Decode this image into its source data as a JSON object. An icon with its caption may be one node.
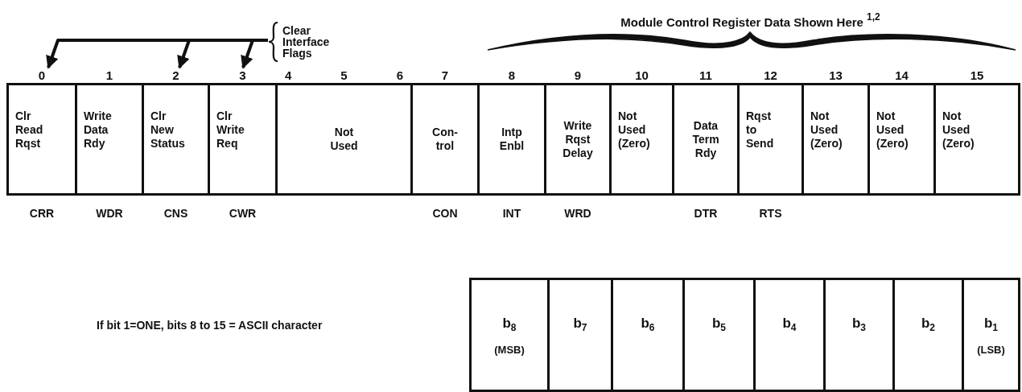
{
  "diagram": {
    "nodes": [
      {
        "text": [
          "0",
          "Clr Read Rqst"
        ],
        "beside": [
          "CRR"
        ]
      },
      {
        "text": [
          "1",
          "Write Data Rdy"
        ],
        "beside": [
          "WDR"
        ]
      },
      {
        "text": [
          "2",
          "Clr New Status"
        ],
        "beside": [
          "CNS"
        ]
      },
      {
        "text": [
          "3",
          "Clr Write Req"
        ],
        "beside": [
          "CWR"
        ]
      },
      {
        "text": [
          "4",
          "5",
          "6",
          "Not Used"
        ]
      },
      {
        "text": [
          "7",
          "Con- trol"
        ],
        "beside": [
          "CON"
        ]
      },
      {
        "text": [
          "8",
          "Intp Enbl"
        ],
        "beside": [
          "INT"
        ]
      },
      {
        "text": [
          "9",
          "Write Rqst Delay"
        ],
        "beside": [
          "WRD"
        ]
      },
      {
        "text": [
          "10",
          "Not Used (Zero)"
        ]
      },
      {
        "text": [
          "11",
          "Data Term Rdy"
        ],
        "beside": [
          "DTR"
        ]
      },
      {
        "text": [
          "12",
          "Rqst to Send"
        ],
        "beside": [
          "RTS"
        ]
      },
      {
        "text": [
          "13",
          "Not Used (Zero)"
        ]
      },
      {
        "text": [
          "14",
          "Not Used (Zero)"
        ]
      },
      {
        "text": [
          "15",
          "Not Used (Zero)"
        ]
      },
      {
        "text": [
          "Clear Interface Flags"
        ]
      },
      {
        "text": [
          "b$_{8}$",
          "(MSB)"
        ]
      },
      {
        "text": [
          "b$_{7}$"
        ]
      },
      {
        "text": [
          "b$_{6}$"
        ]
      },
      {
        "text": [
          "b$_{5}$"
        ]
      },
      {
        "text": [
          "b$_{4}$"
        ]
      },
      {
        "text": [
          "b$_{3}$"
        ]
      },
      {
        "text": [
          "b$_{2}$"
        ]
      },
      {
        "text": [
          "b$_{1}$",
          "(LSB)"
        ]
      }
    ],
    "edges": [
      {
        "from": 14,
        "to": 0,
        "arrow": "to"
      },
      {
        "from": 14,
        "to": 2,
        "arrow": "to"
      },
      {
        "from": 14,
        "to": 3,
        "arrow": "to"
      }
    ],
    "labels": [
      "Module Control Register Data Shown Here $^{1,2}$",
      "If bit 1=ONE, bits 8 to 15 = ASCII character"
    ]
  }
}
